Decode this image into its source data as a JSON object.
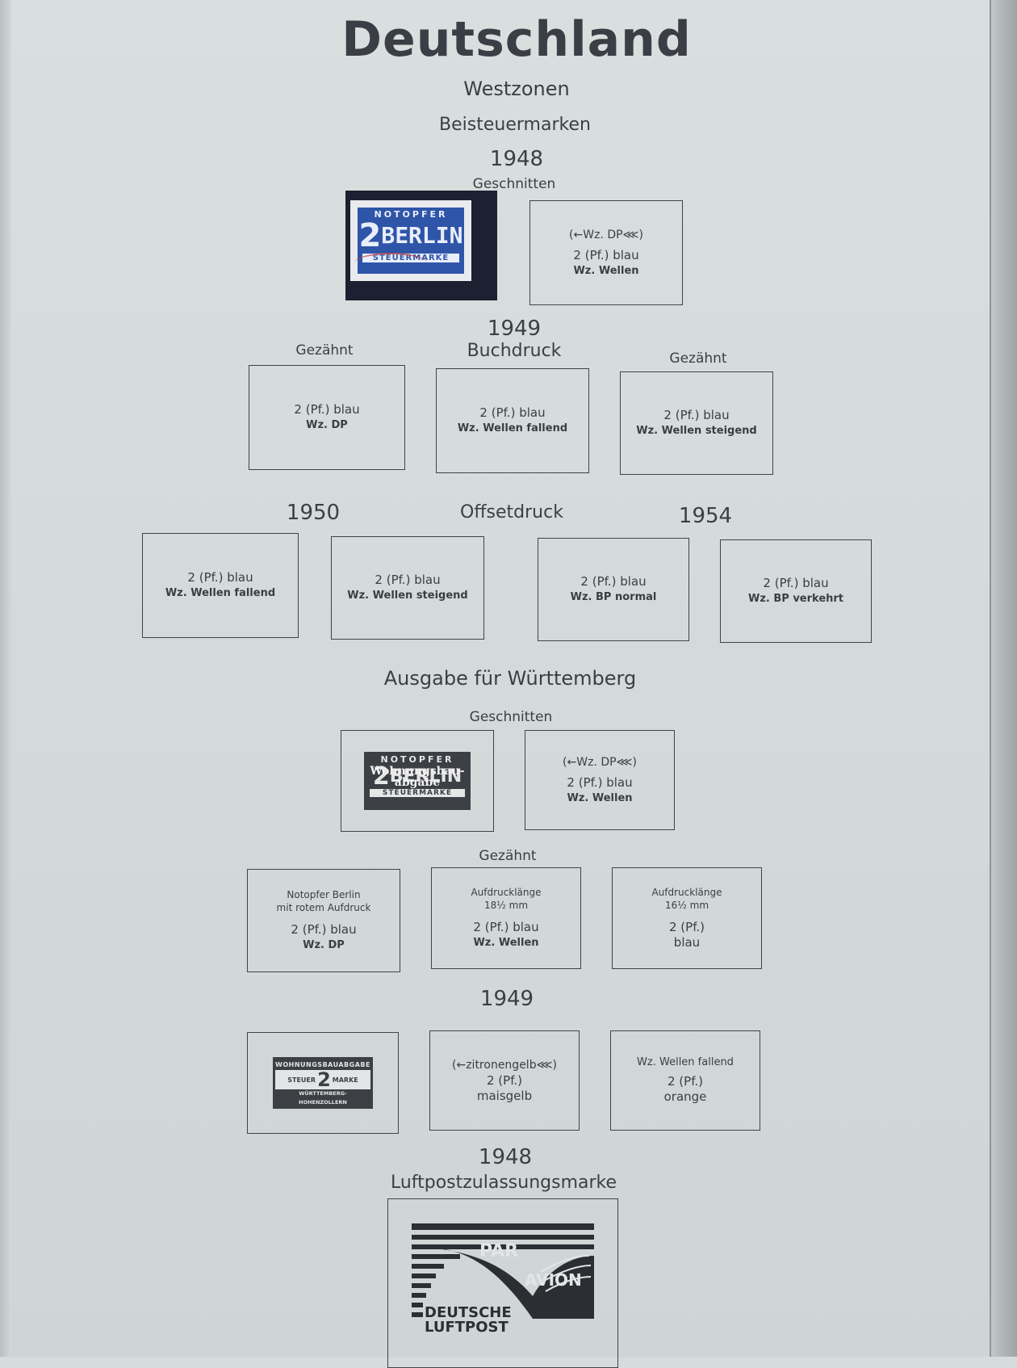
{
  "title": "Deutschland",
  "subtitle": "Westzonen",
  "section": "Beisteuermarken",
  "years": {
    "y1948a": "1948",
    "y1949a": "1949",
    "y1950": "1950",
    "y1954": "1954",
    "y1949b": "1949",
    "y1948b": "1948"
  },
  "labels": {
    "geschnitten_a": "Geschnitten",
    "gezaehnt_a": "Gezähnt",
    "buchdruck": "Buchdruck",
    "gezaehnt_b": "Gezähnt",
    "offsetdruck": "Offsetdruck",
    "wuerttemberg": "Ausgabe für Württemberg",
    "geschnitten_b": "Geschnitten",
    "gezaehnt_c": "Gezähnt",
    "luftpost": "Luftpostzulassungsmarke"
  },
  "boxes": {
    "b1948": {
      "wm": "(←Wz. DP⋘)",
      "value": "2 (Pf.)   blau",
      "detail": "Wz. Wellen"
    },
    "b1949_1": {
      "value": "2 (Pf.)   blau",
      "detail": "Wz. DP"
    },
    "b1949_2": {
      "value": "2 (Pf.)   blau",
      "detail": "Wz. Wellen fallend"
    },
    "b1949_3": {
      "value": "2 (Pf.)   blau",
      "detail": "Wz. Wellen steigend"
    },
    "b1950_1": {
      "value": "2 (Pf.)   blau",
      "detail": "Wz. Wellen fallend"
    },
    "b1950_2": {
      "value": "2 (Pf.)   blau",
      "detail": "Wz. Wellen steigend"
    },
    "b1954_1": {
      "value": "2 (Pf.)   blau",
      "detail": "Wz. BP normal"
    },
    "b1954_2": {
      "value": "2 (Pf.)   blau",
      "detail": "Wz. BP verkehrt"
    },
    "bw_geschn": {
      "wm": "(←Wz. DP⋘)",
      "value": "2 (Pf.)   blau",
      "detail": "Wz. Wellen"
    },
    "bw_gez1": {
      "top1": "Notopfer Berlin",
      "top2": "mit rotem Aufdruck",
      "value": "2 (Pf.)   blau",
      "detail": "Wz. DP"
    },
    "bw_gez2": {
      "top1": "Aufdrucklänge",
      "top2": "18½ mm",
      "value": "2 (Pf.)   blau",
      "detail": "Wz. Wellen"
    },
    "bw_gez3": {
      "top1": "Aufdrucklänge",
      "top2": "16½ mm",
      "value": "2 (Pf.)",
      "detail": "blau"
    },
    "bw49_2": {
      "wm": "(←zitronengelb⋘)",
      "value": "2 (Pf.)",
      "detail": "maisgelb"
    },
    "bw49_3": {
      "wm": "Wz. Wellen fallend",
      "value": "2 (Pf.)",
      "detail": "orange"
    }
  },
  "stamps": {
    "notopfer": {
      "top": "NOTOPFER",
      "num": "2",
      "city": "BERLIN",
      "bottom": "STEUERMARKE"
    },
    "overprint": {
      "top": "NOTOPFER",
      "num": "2",
      "city": "BERLIN",
      "bottom": "STEUERMARKE",
      "over1": "Wohnungsbau-",
      "over2": "abgabe"
    },
    "wohnung": {
      "top": "WOHNUNGSBAUABGABE",
      "left": "STEUER",
      "num": "2",
      "right": "MARKE",
      "bottom": "WÜRTTEMBERG-HOHENZOLLERN"
    },
    "luftpost": {
      "par": "PAR",
      "avion": "AVION",
      "l1": "DEUTSCHE",
      "l2": "LUFTPOST"
    }
  },
  "colors": {
    "stamp_blue": "#2f55a8",
    "ink": "#3b3f45"
  }
}
